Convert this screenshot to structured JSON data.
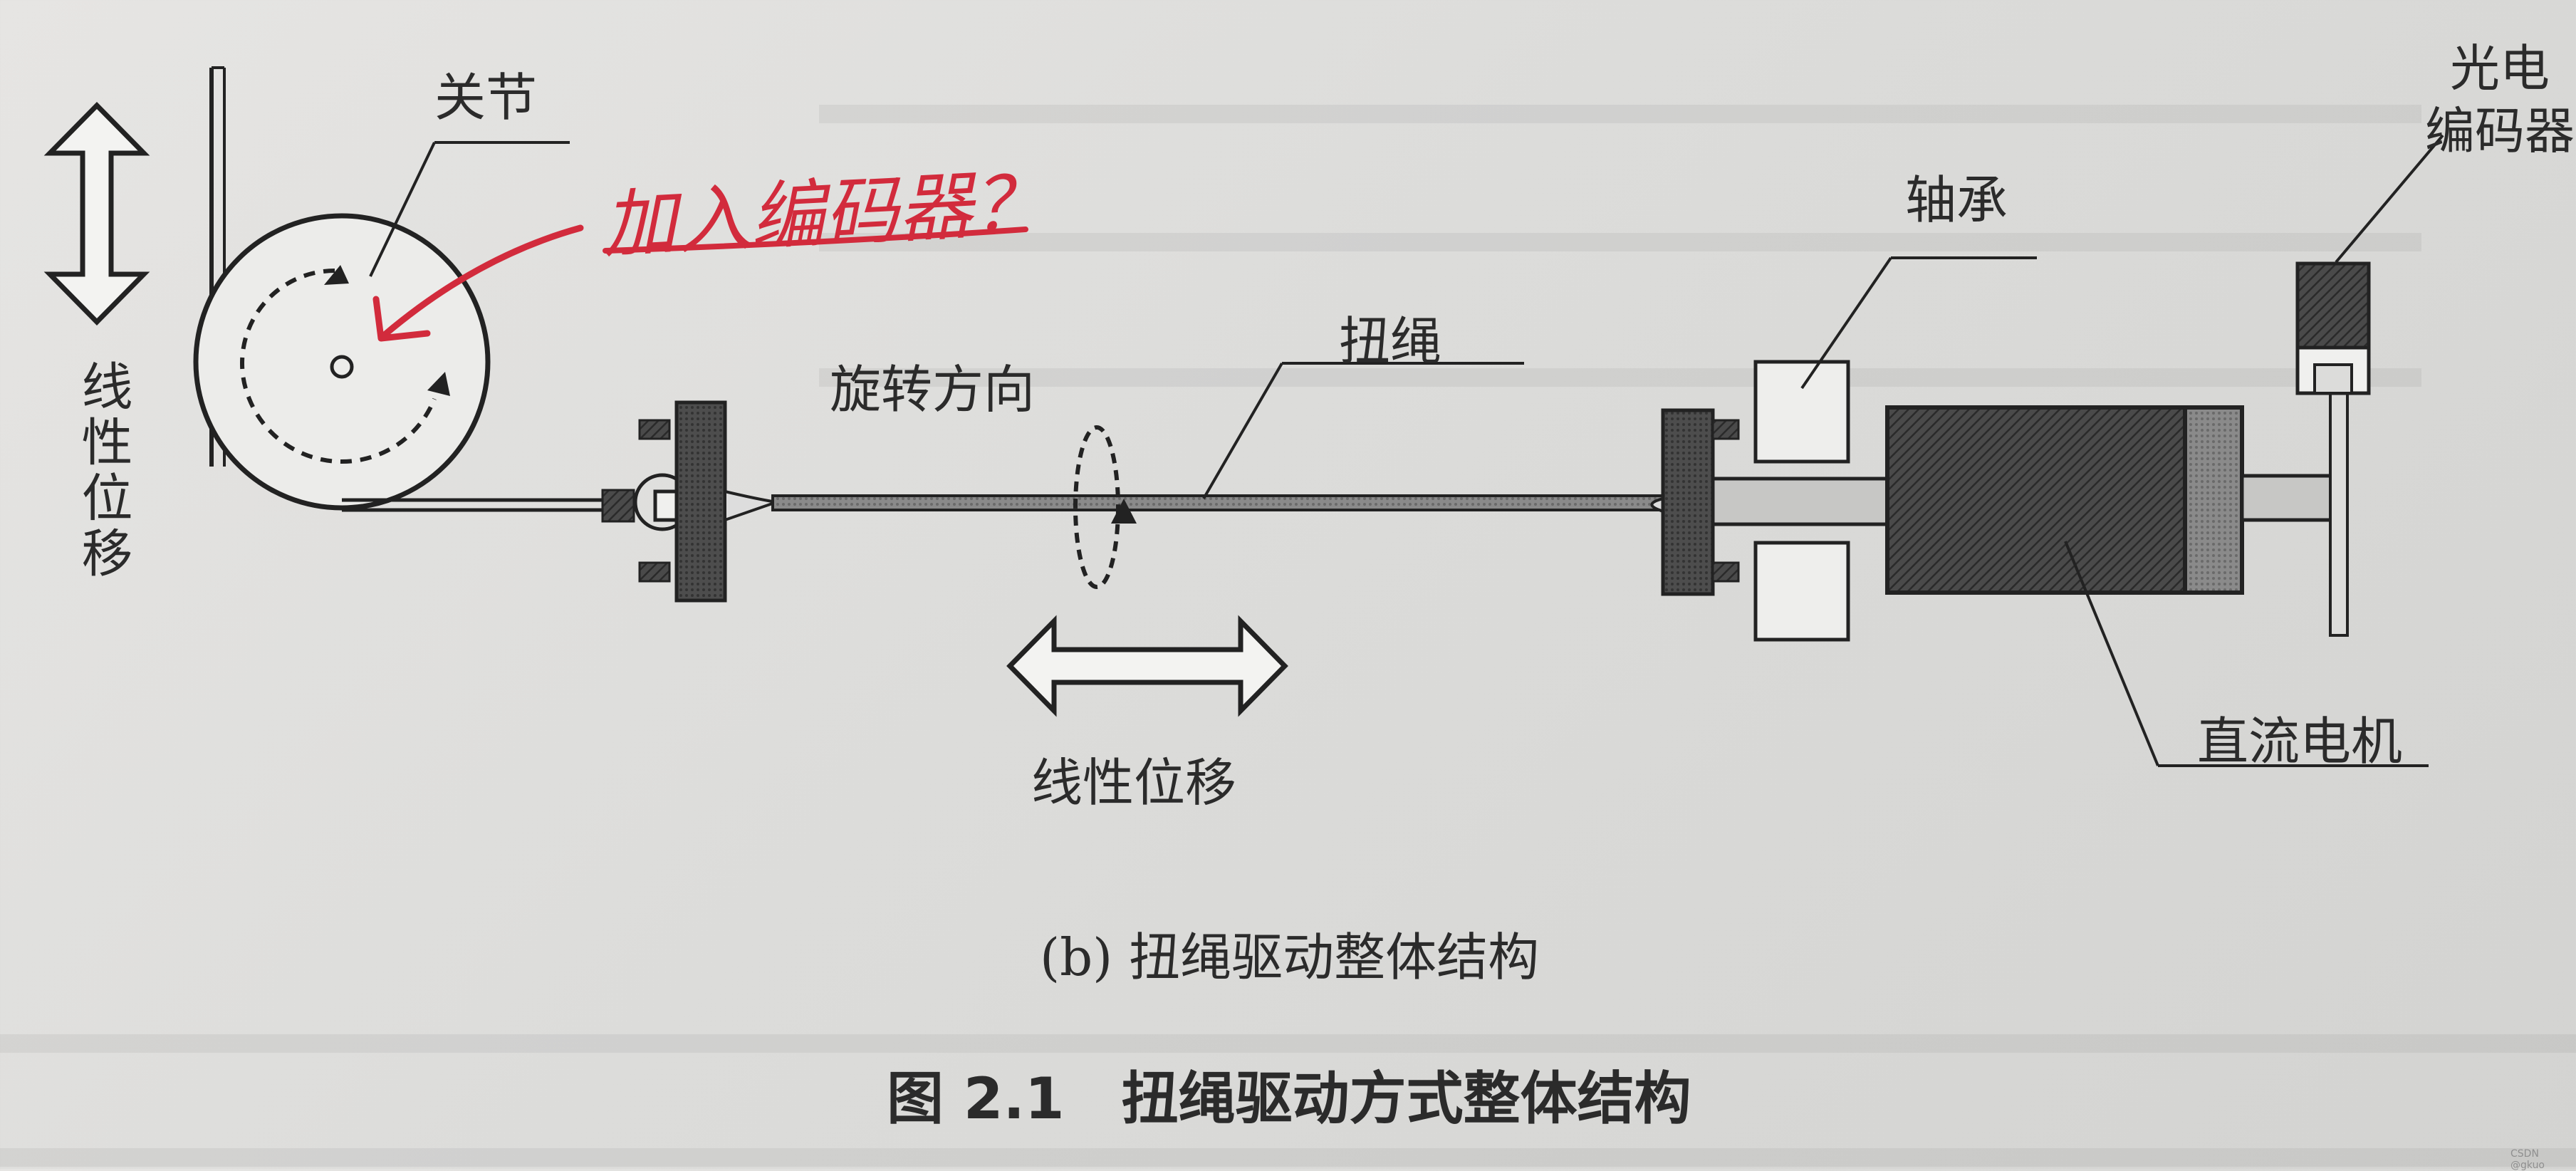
{
  "labels": {
    "joint": "关节",
    "linear_left": "线性位移",
    "rotation": "旋转方向",
    "twisted_string": "扭绳",
    "linear_bottom": "线性位移",
    "bearing": "轴承",
    "encoder_line1": "光电",
    "encoder_line2": "编码器",
    "dc_motor": "直流电机"
  },
  "annotation": {
    "handwritten": "加入编码器？"
  },
  "captions": {
    "sub": "(b) 扭绳驱动整体结构",
    "figure": "图 2.1　扭绳驱动方式整体结构"
  },
  "watermark": "CSDN @gkuo"
}
